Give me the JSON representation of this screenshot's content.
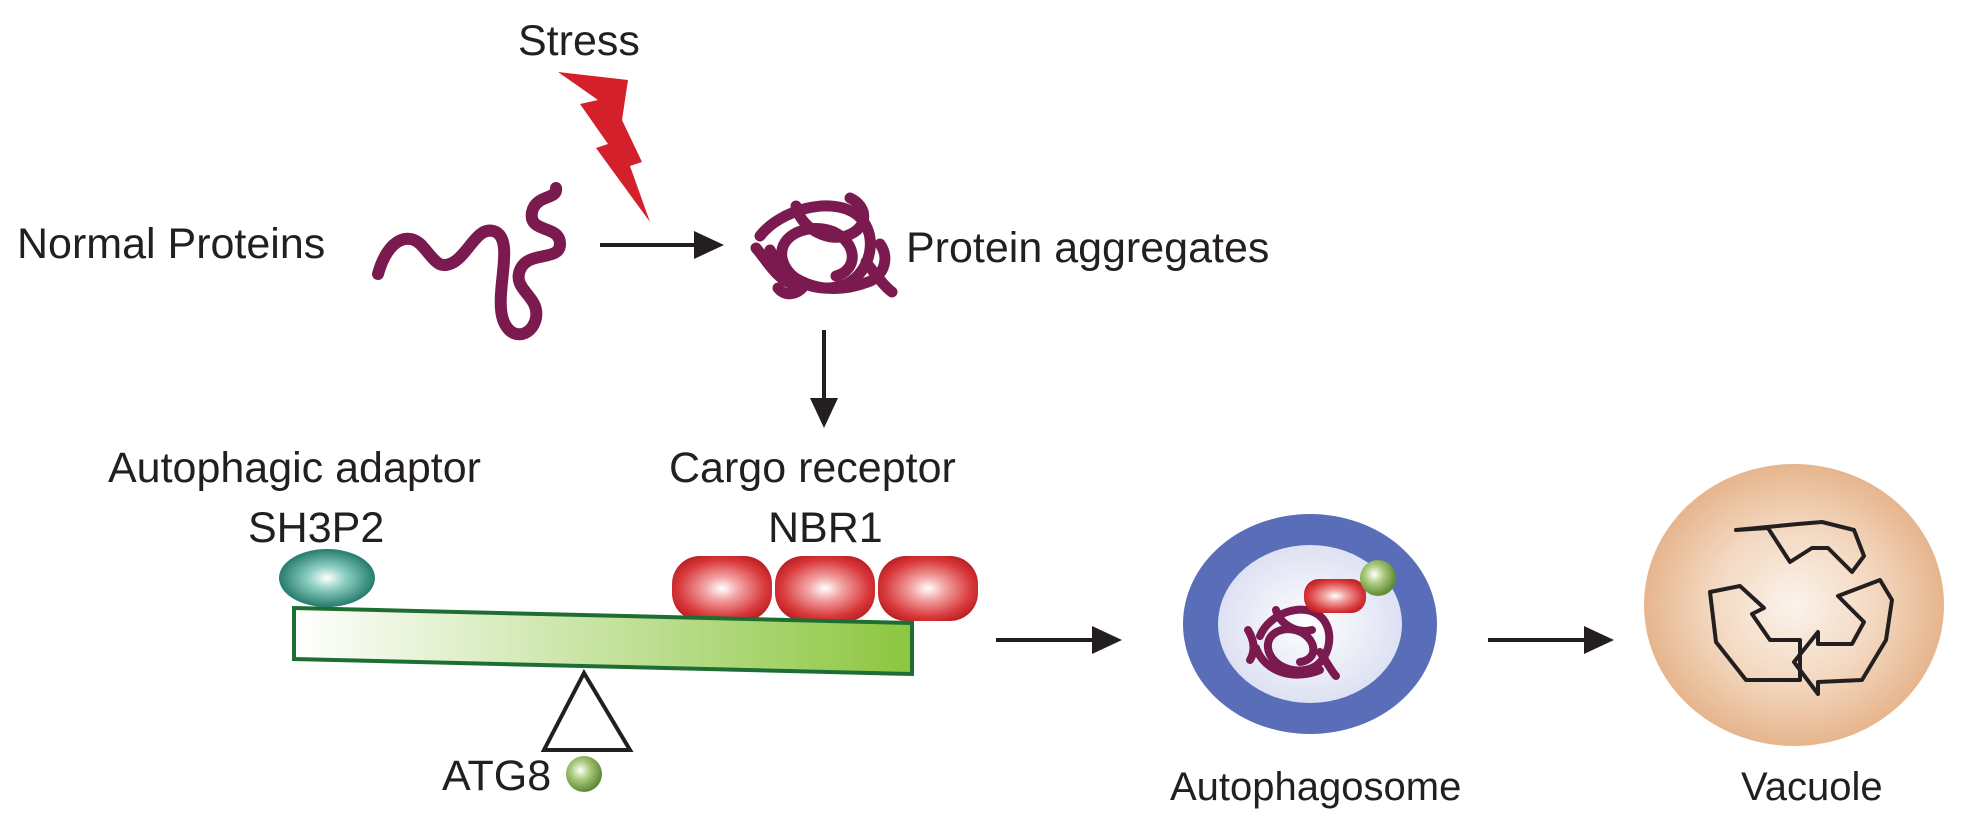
{
  "labels": {
    "stress": "Stress",
    "normal_proteins": "Normal Proteins",
    "protein_aggregates": "Protein aggregates",
    "adaptor_title": "Autophagic adaptor",
    "adaptor_name": "SH3P2",
    "receptor_title": "Cargo receptor",
    "receptor_name": "NBR1",
    "atg8": "ATG8",
    "autophagosome": "Autophagosome",
    "vacuole": "Vacuole"
  },
  "icons": [
    "lightning-bolt-icon",
    "protein-squiggle-icon",
    "aggregate-icon",
    "recycle-icon"
  ],
  "colors": {
    "protein": "#7a1a4e",
    "stress": "#d4202a",
    "adaptor": "#1a8a78",
    "receptor": "#d42f2f",
    "atg8": "#7ea64a",
    "lever_border": "#1e6e33",
    "lever_fill": "#8cc63f",
    "autophagosome_outer": "#5a6db8",
    "autophagosome_inner": "#e8eaf5",
    "vacuole": "#e8b992"
  }
}
